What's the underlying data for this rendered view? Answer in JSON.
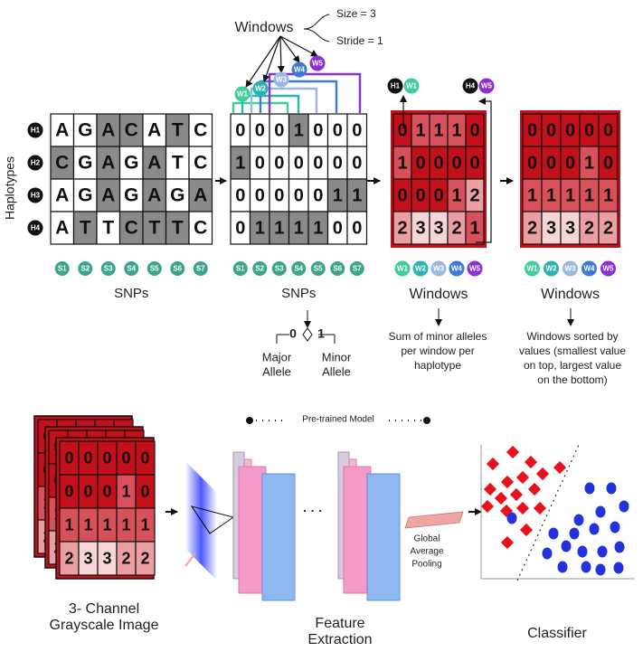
{
  "haplotype_axis": "Haplotypes",
  "haplotypes": [
    "H1",
    "H2",
    "H3",
    "H4"
  ],
  "snps": [
    "S1",
    "S2",
    "S3",
    "S4",
    "S5",
    "S6",
    "S7"
  ],
  "windows_label": "Windows",
  "size_label": "Size = 3",
  "stride_label": "Stride = 1",
  "window_ids": [
    "W1",
    "W2",
    "W3",
    "W4",
    "W5"
  ],
  "window_colors": [
    "#3ecf9a",
    "#2bb3b0",
    "#9ab8e0",
    "#3c7ad6",
    "#8b2fd8"
  ],
  "snp_color": "#3aa58a",
  "haplotype_badge_color": "#111111",
  "seq_matrix": [
    [
      "A",
      "G",
      "A",
      "C",
      "A",
      "T",
      "C"
    ],
    [
      "C",
      "G",
      "A",
      "G",
      "A",
      "T",
      "C"
    ],
    [
      "A",
      "G",
      "A",
      "G",
      "A",
      "G",
      "A"
    ],
    [
      "A",
      "T",
      "T",
      "C",
      "T",
      "T",
      "C"
    ]
  ],
  "seq_shaded": [
    [
      0,
      0,
      1,
      1,
      0,
      1,
      0
    ],
    [
      1,
      0,
      1,
      0,
      1,
      0,
      0
    ],
    [
      0,
      0,
      1,
      0,
      1,
      0,
      1
    ],
    [
      0,
      1,
      0,
      1,
      1,
      1,
      0
    ]
  ],
  "bin_matrix": [
    [
      "0",
      "0",
      "0",
      "1",
      "0",
      "0",
      "0"
    ],
    [
      "1",
      "0",
      "0",
      "0",
      "0",
      "0",
      "0"
    ],
    [
      "0",
      "0",
      "0",
      "0",
      "0",
      "1",
      "1"
    ],
    [
      "0",
      "1",
      "1",
      "1",
      "1",
      "0",
      "0"
    ]
  ],
  "bin_shaded": [
    [
      0,
      0,
      0,
      1,
      0,
      0,
      0
    ],
    [
      1,
      0,
      0,
      0,
      0,
      0,
      0
    ],
    [
      0,
      0,
      0,
      0,
      0,
      1,
      1
    ],
    [
      0,
      1,
      1,
      1,
      1,
      0,
      0
    ]
  ],
  "win_matrix": [
    [
      "0",
      "1",
      "1",
      "1",
      "0"
    ],
    [
      "1",
      "0",
      "0",
      "0",
      "0"
    ],
    [
      "0",
      "0",
      "0",
      "1",
      "2"
    ],
    [
      "2",
      "3",
      "3",
      "2",
      "1"
    ]
  ],
  "sorted_matrix": [
    [
      "0",
      "0",
      "0",
      "0",
      "0"
    ],
    [
      "0",
      "0",
      "0",
      "1",
      "0"
    ],
    [
      "1",
      "1",
      "1",
      "1",
      "1"
    ],
    [
      "2",
      "3",
      "3",
      "2",
      "2"
    ]
  ],
  "example_badges": {
    "a": [
      "H1",
      "W1"
    ],
    "b": [
      "H4",
      "W5"
    ]
  },
  "captions": {
    "snps_1": "SNPs",
    "snps_2": "SNPs",
    "windows_1": "Windows",
    "windows_2": "Windows",
    "zero": "0",
    "one": "1",
    "major_allele": "Major\nAllele",
    "minor_allele": "Minor\nAllele",
    "sum_note": "Sum of minor alleles\nper window per\nhaplotype",
    "sorted_note": "Windows sorted by\nvalues (smallest value\non top, largest value\non the bottom)"
  },
  "pretrained_label": "Pre-trained Model",
  "ellipsis": "· · ·",
  "gap_label": "Global\nAverage\nPooling",
  "bottom_captions": {
    "channel": "3- Channel\nGrayscale Image",
    "feature": "Feature\nExtraction",
    "classifier": "Classifier"
  },
  "scale_colors": {
    "0": "#c3101a",
    "1": "#d7505a",
    "2": "#ec9fa3",
    "3": "#f6d5d6"
  },
  "class_colors": {
    "red": "#e8121e",
    "blue": "#2432dd"
  }
}
